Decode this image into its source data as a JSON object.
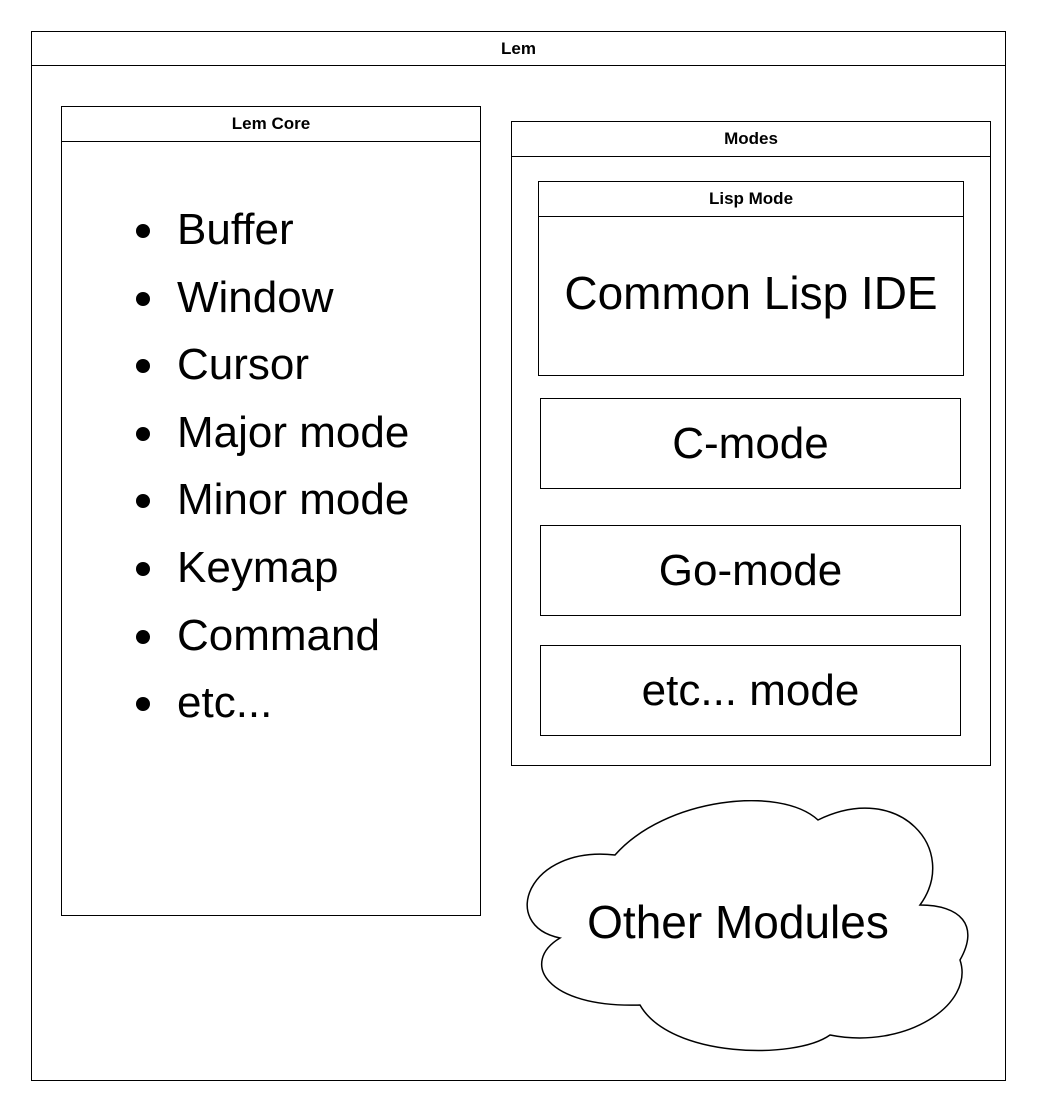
{
  "lem": {
    "title": "Lem"
  },
  "core": {
    "title": "Lem Core",
    "items": [
      "Buffer",
      "Window",
      "Cursor",
      "Major mode",
      "Minor mode",
      "Keymap",
      "Command",
      "etc..."
    ]
  },
  "modes": {
    "title": "Modes",
    "lisp": {
      "title": "Lisp Mode",
      "body": "Common Lisp IDE"
    },
    "c_mode": "C-mode",
    "go_mode": "Go-mode",
    "etc_mode": "etc... mode"
  },
  "other": {
    "label": "Other Modules"
  },
  "colors": {
    "stroke": "#000000",
    "fill": "#ffffff"
  }
}
